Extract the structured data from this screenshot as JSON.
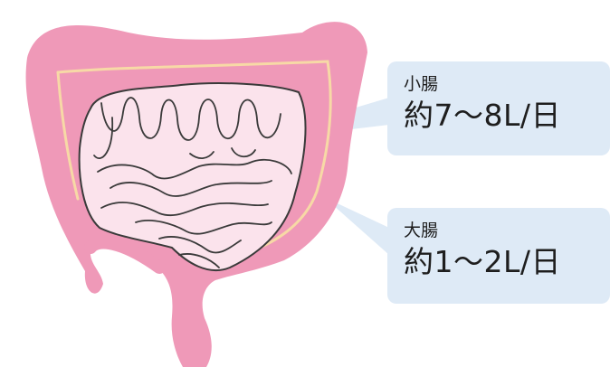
{
  "colors": {
    "colon": "#ef99b8",
    "colon_inner_line": "#f7d9a6",
    "small_intestine": "#fbe3ec",
    "outline": "#3a3a3a",
    "callout_bg": "#deeaf6"
  },
  "labels": {
    "small_intestine": {
      "name": "小腸",
      "amount": "約7～8L/日"
    },
    "large_intestine": {
      "name": "大腸",
      "amount": "約1～2L/日"
    }
  }
}
